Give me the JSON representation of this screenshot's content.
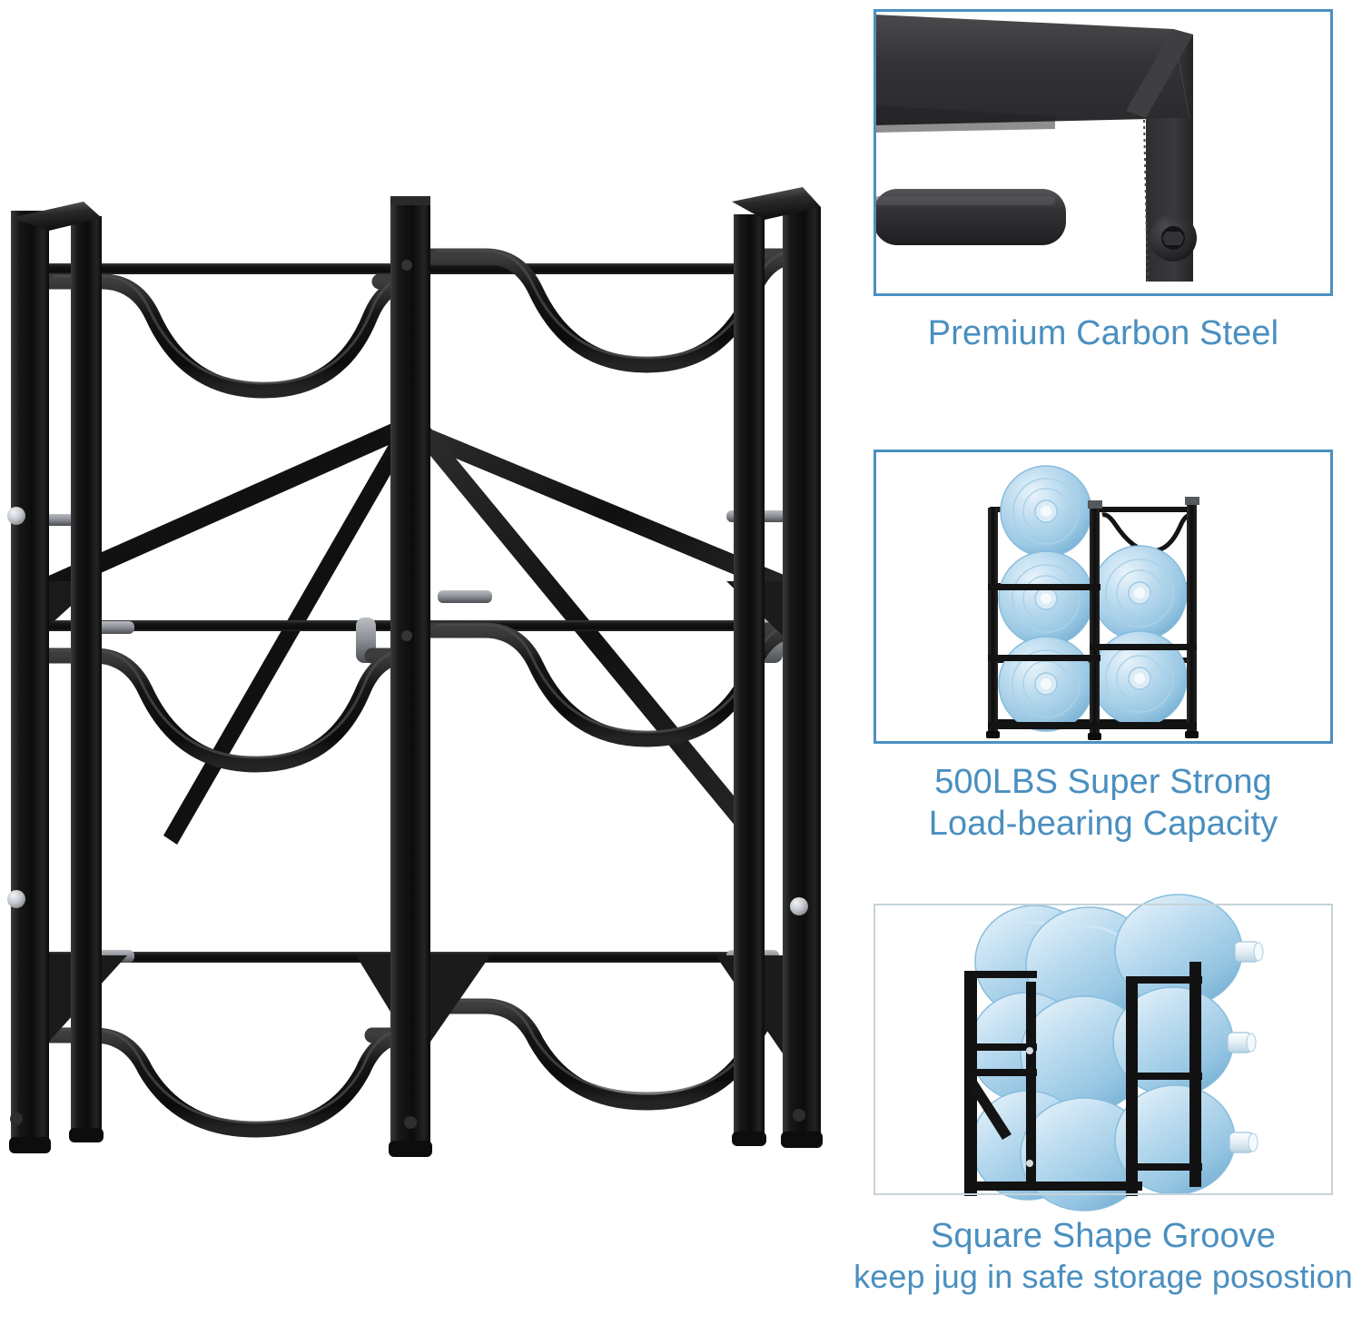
{
  "product": {
    "name": "3-tier black carbon steel water jug storage rack",
    "colors": {
      "metal_black": "#141414",
      "metal_black_light": "#3a3a3a",
      "screw_silver": "#c9ccd1",
      "accent_blue": "#4a8fc0",
      "panel_border_blue": "#4a90c2",
      "panel_border_grey": "#c5d3d8",
      "jug_blue": "#a8cde5",
      "jug_blue_dark": "#7fb4d8",
      "cap_white": "#eef4f8",
      "background": "#ffffff"
    },
    "tiers": 3,
    "columns": 2,
    "saddles_total": 6
  },
  "hero": {
    "alt": "main-product-photo-water-jug-rack"
  },
  "features": [
    {
      "id": "premium-carbon-steel",
      "image_alt": "closeup-square-tube-corner-joint-with-hex-screw",
      "border_color": "#4a90c2",
      "caption_lines": [
        "Premium Carbon Steel"
      ]
    },
    {
      "id": "load-bearing-capacity",
      "image_alt": "rack-front-view-loaded-with-five-blue-water-jugs",
      "border_color": "#4a90c2",
      "caption_lines": [
        "500LBS Super Strong",
        "Load-bearing Capacity"
      ]
    },
    {
      "id": "square-shape-groove",
      "image_alt": "rack-angled-view-loaded-with-six-blue-water-jugs",
      "border_color": "#c5d3d8",
      "caption_lines": [
        "Square Shape Groove",
        "keep jug in safe storage posostion"
      ]
    }
  ]
}
